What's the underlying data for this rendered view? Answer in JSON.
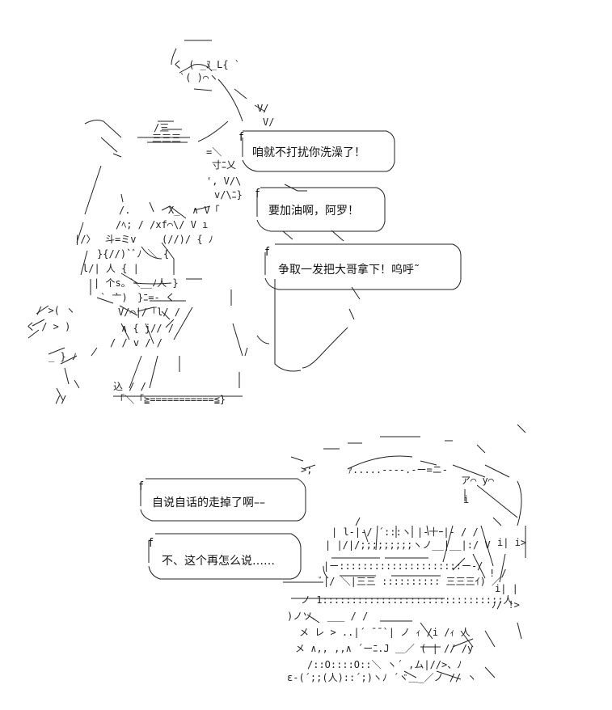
{
  "colors": {
    "background": "#ffffff",
    "ink": "#222222"
  },
  "dialogue_top": [
    {
      "speaker": "f",
      "text": "咱就不打扰你洗澡了！"
    },
    {
      "speaker": "f",
      "text": "要加油啊，阿罗！"
    },
    {
      "speaker": "f",
      "text": "争取一发把大哥拿下！呜呼˜"
    }
  ],
  "dialogue_bottom": [
    {
      "speaker": "f",
      "text": "自说自话的走掉了啊––"
    },
    {
      "speaker": "f",
      "text": "不、这个再怎么说……"
    }
  ],
  "art_labels": {
    "bath_edge": "「＼「≧===========≦}",
    "hair_sign": "斗=ミv"
  }
}
